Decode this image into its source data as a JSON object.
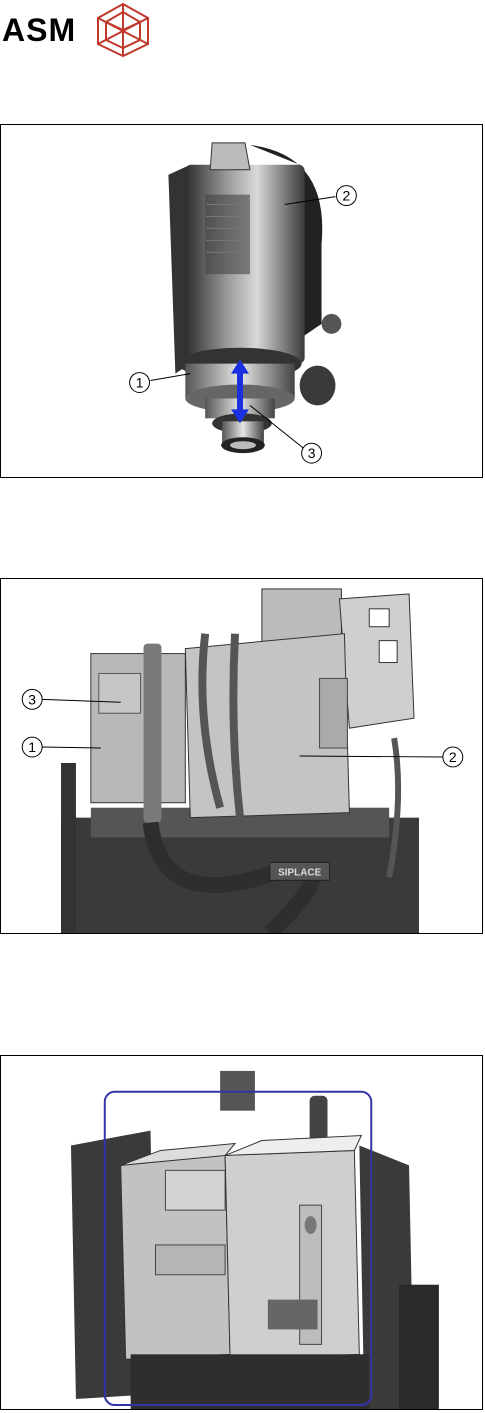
{
  "logo": {
    "text": "ASM",
    "brand_color": "#c0392b"
  },
  "figure1": {
    "callouts": [
      "1",
      "2",
      "3"
    ]
  },
  "figure2": {
    "callouts": [
      "3",
      "1",
      "2"
    ],
    "plate_label": "SIPLACE"
  },
  "figure3": {
    "highlight_color": "#3333aa"
  }
}
